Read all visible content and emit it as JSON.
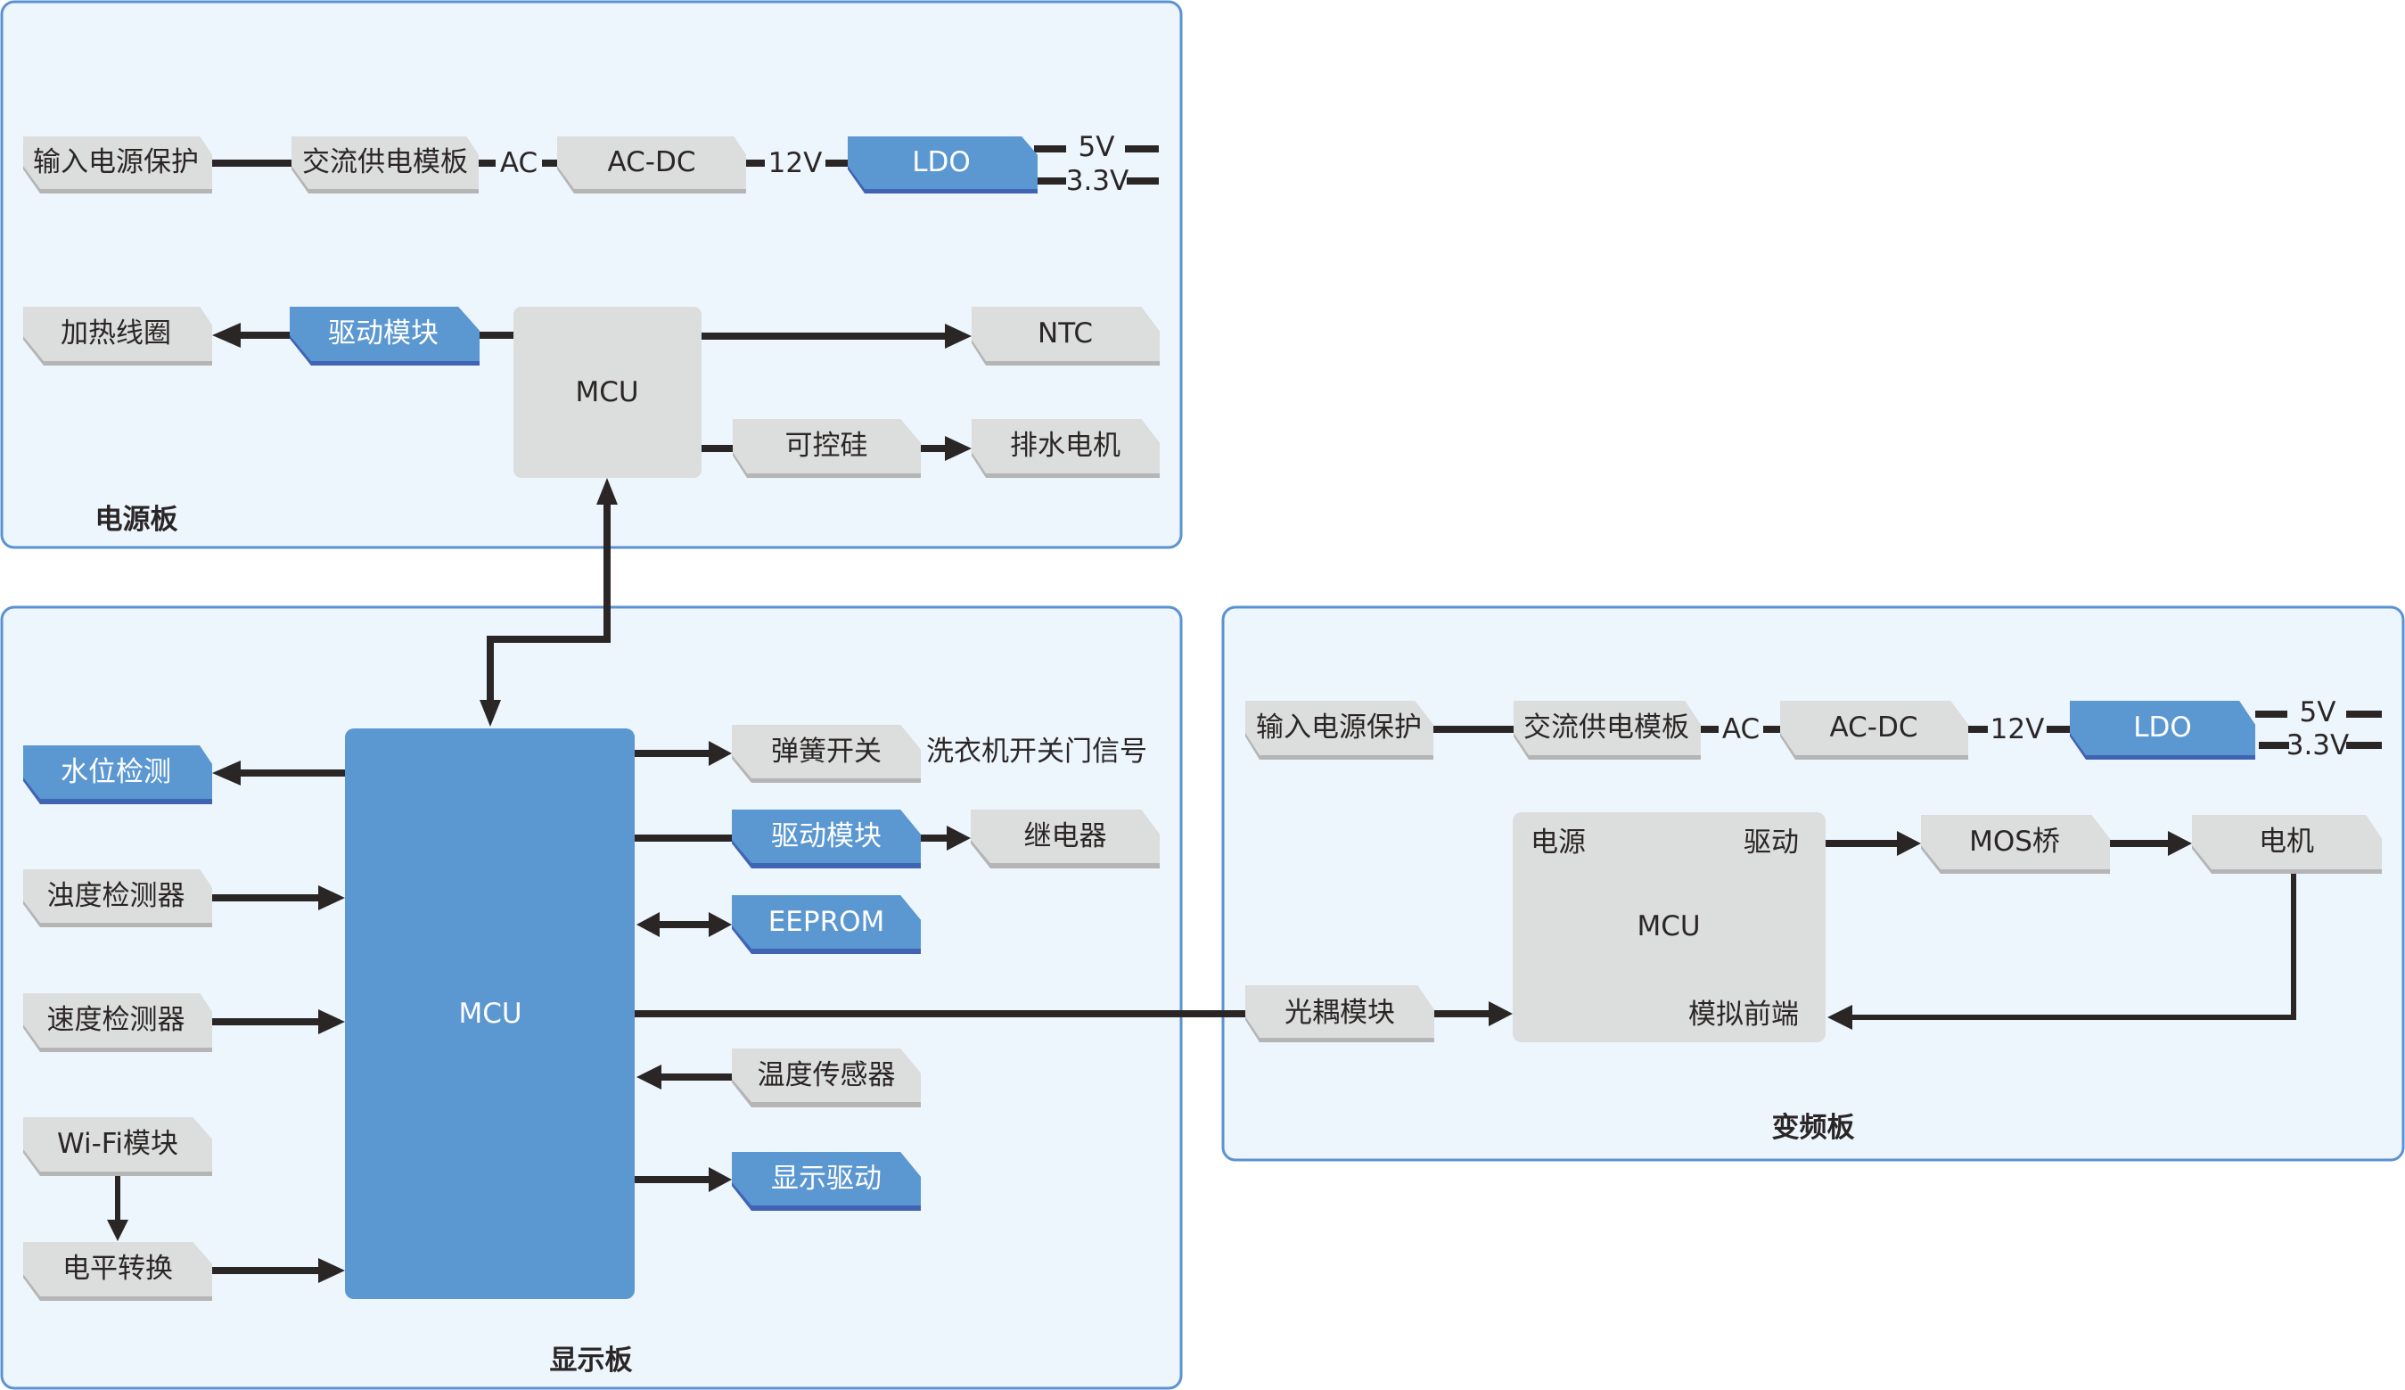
{
  "colors": {
    "board_bg": "#edf5fd",
    "board_border": "#5b92d1",
    "gray_block": "#dcdddd",
    "blue_block": "#5b97d1",
    "wire": "#2b2626"
  },
  "power_board": {
    "label": "电源板",
    "input_protection": "输入电源保护",
    "ac_supply_module": "交流供电模板",
    "ac_label": "AC",
    "acdc": "AC-DC",
    "v12_label": "12V",
    "ldo": "LDO",
    "v5_label": "5V",
    "v33_label": "3.3V",
    "heating_coil": "加热线圈",
    "drive_module": "驱动模块",
    "mcu": "MCU",
    "ntc": "NTC",
    "thyristor": "可控硅",
    "drain_motor": "排水电机"
  },
  "display_board": {
    "label": "显示板",
    "mcu": "MCU",
    "water_level": "水位检测",
    "turbidity": "浊度检测器",
    "speed": "速度检测器",
    "wifi": "Wi-Fi模块",
    "level_shift": "电平转换",
    "spring_switch": "弹簧开关",
    "door_signal": "洗衣机开关门信号",
    "drive_module": "驱动模块",
    "relay": "继电器",
    "eeprom": "EEPROM",
    "temp_sensor": "温度传感器",
    "display_driver": "显示驱动"
  },
  "inverter_board": {
    "label": "变频板",
    "input_protection": "输入电源保护",
    "ac_supply_module": "交流供电模板",
    "ac_label": "AC",
    "acdc": "AC-DC",
    "v12_label": "12V",
    "ldo": "LDO",
    "v5_label": "5V",
    "v33_label": "3.3V",
    "mcu": "MCU",
    "mcu_power": "电源",
    "mcu_drive": "驱动",
    "mcu_afe": "模拟前端",
    "mos_bridge": "MOS桥",
    "motor": "电机",
    "optocoupler": "光耦模块"
  }
}
